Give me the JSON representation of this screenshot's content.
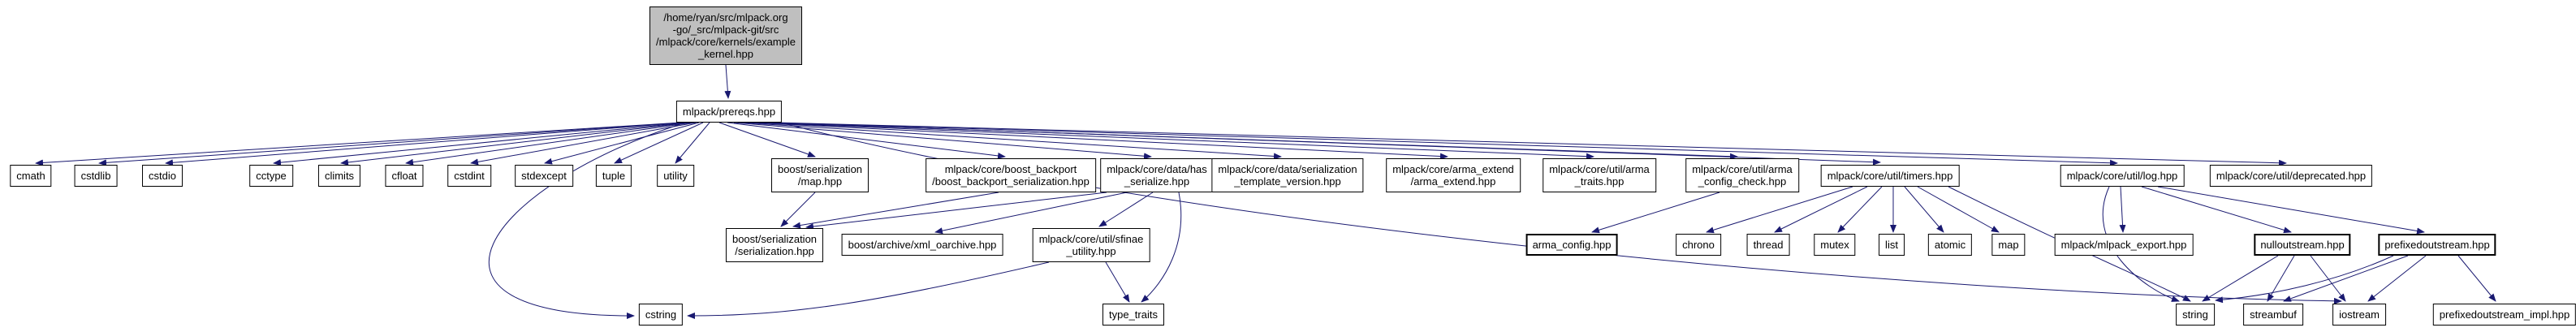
{
  "colors": {
    "edge": "#191970",
    "node_border": "#000000",
    "root_fill": "#bfbfbf",
    "node_fill": "#ffffff"
  },
  "graph": {
    "nodes": [
      {
        "id": "example-kernel",
        "label": "/home/ryan/src/mlpack.org\n-go/_src/mlpack-git/src\n/mlpack/core/kernels/example\n_kernel.hpp"
      },
      {
        "id": "prereqs",
        "label": "mlpack/prereqs.hpp"
      },
      {
        "id": "cmath",
        "label": "cmath"
      },
      {
        "id": "cstdlib",
        "label": "cstdlib"
      },
      {
        "id": "cstdio",
        "label": "cstdio"
      },
      {
        "id": "cctype",
        "label": "cctype"
      },
      {
        "id": "climits",
        "label": "climits"
      },
      {
        "id": "cfloat",
        "label": "cfloat"
      },
      {
        "id": "cstdint",
        "label": "cstdint"
      },
      {
        "id": "stdexcept",
        "label": "stdexcept"
      },
      {
        "id": "tuple",
        "label": "tuple"
      },
      {
        "id": "utility",
        "label": "utility"
      },
      {
        "id": "boost-serialization-map",
        "label": "boost/serialization\n/map.hpp"
      },
      {
        "id": "boost-backport-serialization",
        "label": "mlpack/core/boost_backport\n/boost_backport_serialization.hpp"
      },
      {
        "id": "has-serialize",
        "label": "mlpack/core/data/has\n_serialize.hpp"
      },
      {
        "id": "serialization-template-version",
        "label": "mlpack/core/data/serialization\n_template_version.hpp"
      },
      {
        "id": "arma-extend",
        "label": "mlpack/core/arma_extend\n/arma_extend.hpp"
      },
      {
        "id": "arma-traits",
        "label": "mlpack/core/util/arma\n_traits.hpp"
      },
      {
        "id": "arma-config-check",
        "label": "mlpack/core/util/arma\n_config_check.hpp"
      },
      {
        "id": "timers",
        "label": "mlpack/core/util/timers.hpp"
      },
      {
        "id": "log",
        "label": "mlpack/core/util/log.hpp"
      },
      {
        "id": "deprecated",
        "label": "mlpack/core/util/deprecated.hpp"
      },
      {
        "id": "boost-serialization-serialization",
        "label": "boost/serialization\n/serialization.hpp"
      },
      {
        "id": "xml-oarchive",
        "label": "boost/archive/xml_oarchive.hpp"
      },
      {
        "id": "sfinae-utility",
        "label": "mlpack/core/util/sfinae\n_utility.hpp"
      },
      {
        "id": "arma-config",
        "label": "arma_config.hpp"
      },
      {
        "id": "chrono",
        "label": "chrono"
      },
      {
        "id": "thread",
        "label": "thread"
      },
      {
        "id": "mutex",
        "label": "mutex"
      },
      {
        "id": "list",
        "label": "list"
      },
      {
        "id": "atomic",
        "label": "atomic"
      },
      {
        "id": "map",
        "label": "map"
      },
      {
        "id": "mlpack-export",
        "label": "mlpack/mlpack_export.hpp"
      },
      {
        "id": "nulloutstream",
        "label": "nulloutstream.hpp"
      },
      {
        "id": "prefixedoutstream",
        "label": "prefixedoutstream.hpp"
      },
      {
        "id": "cstring",
        "label": "cstring"
      },
      {
        "id": "type-traits",
        "label": "type_traits"
      },
      {
        "id": "string",
        "label": "string"
      },
      {
        "id": "streambuf",
        "label": "streambuf"
      },
      {
        "id": "iostream",
        "label": "iostream"
      },
      {
        "id": "prefixedoutstream-impl",
        "label": "prefixedoutstream_impl.hpp"
      }
    ]
  }
}
